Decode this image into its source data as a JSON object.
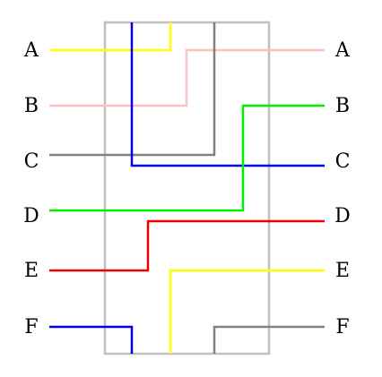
{
  "diagram": {
    "left_labels": [
      "A",
      "B",
      "C",
      "D",
      "E",
      "F"
    ],
    "right_labels": [
      "A",
      "B",
      "C",
      "D",
      "E",
      "F"
    ],
    "frame_color": "#c0c0c0",
    "wires": [
      {
        "name": "yellow-wire-top",
        "color": "#ffff00"
      },
      {
        "name": "pink-wire",
        "color": "#ffc0c0"
      },
      {
        "name": "gray-wire-top",
        "color": "#808080"
      },
      {
        "name": "blue-wire-top",
        "color": "#0000dd"
      },
      {
        "name": "green-wire",
        "color": "#00ee00"
      },
      {
        "name": "red-wire",
        "color": "#ee0000"
      },
      {
        "name": "yellow-wire-bottom",
        "color": "#ffff00"
      },
      {
        "name": "blue-wire-bottom",
        "color": "#0000dd"
      },
      {
        "name": "gray-wire-bottom",
        "color": "#808080"
      }
    ]
  }
}
